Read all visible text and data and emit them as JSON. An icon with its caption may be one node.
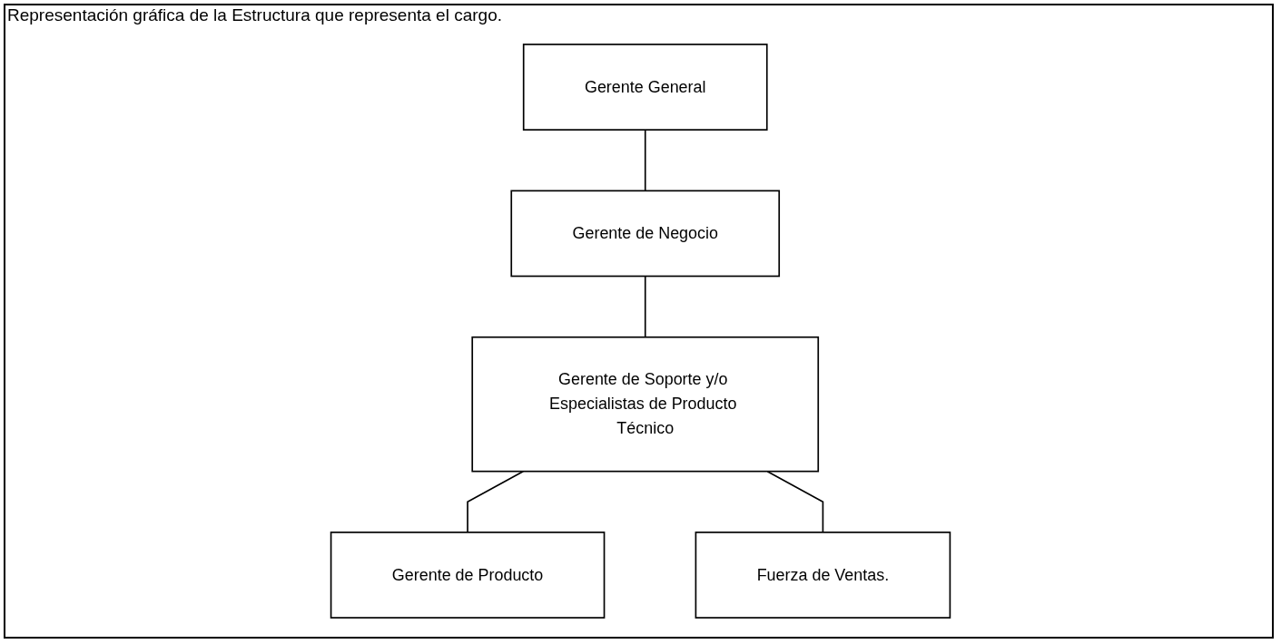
{
  "diagram": {
    "title": "Representación gráfica de la Estructura que representa el cargo.",
    "nodes": [
      {
        "text": [
          "Gerente General"
        ]
      },
      {
        "text": [
          "Gerente de Negocio"
        ]
      },
      {
        "text": [
          "Gerente de Producto"
        ]
      },
      {
        "text": [
          "Gerente de Soporte y/o Especialistas de Producto Técnico"
        ]
      },
      {
        "text": [
          "Fuerza de Ventas."
        ]
      }
    ],
    "edges": [
      {
        "from": 0,
        "to": 1,
        "arrow": "none"
      },
      {
        "from": 1,
        "to": 3,
        "arrow": "none"
      },
      {
        "from": 2,
        "to": 3,
        "arrow": "none"
      },
      {
        "from": 3,
        "to": 4,
        "arrow": "none"
      }
    ]
  }
}
